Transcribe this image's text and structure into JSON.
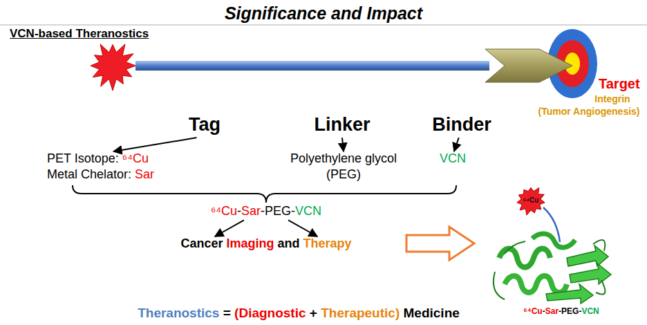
{
  "diagram": {
    "title": "Significance and Impact",
    "caption": "Theranostics = (Diagnostic + Therapeutic) Medicine",
    "nodes": [
      {
        "text": [
          "Tag"
        ]
      },
      {
        "text": [
          "Linker"
        ]
      },
      {
        "text": [
          "Binder"
        ]
      },
      {
        "text": [
          "PET Isotope: ⁶⁴Cu",
          "Metal Chelator: Sar"
        ]
      },
      {
        "text": [
          "Polyethylene glycol (PEG)"
        ]
      },
      {
        "text": [
          "VCN"
        ]
      },
      {
        "text": [
          "⁶⁴Cu-Sar-PEG-VCN"
        ]
      },
      {
        "text": [
          "Cancer Imaging and Therapy"
        ]
      }
    ],
    "edges": [
      {
        "from": 0,
        "to": 3,
        "arrow": "to"
      },
      {
        "from": 1,
        "to": 4,
        "arrow": "to"
      },
      {
        "from": 2,
        "to": 5,
        "arrow": "to"
      },
      {
        "from": 6,
        "to": 7,
        "arrow": "to"
      },
      {
        "from": 6,
        "to": 7,
        "arrow": "to"
      }
    ],
    "labels": [
      "VCN-based Theranostics",
      "Target",
      "Integrin",
      "(Tumor Angiogenesis)",
      "⁶⁴Cu",
      "⁶⁴Cu-Sar-PEG-VCN"
    ]
  }
}
